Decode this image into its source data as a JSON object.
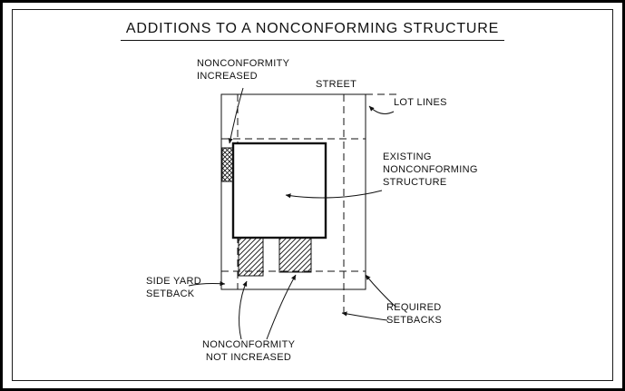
{
  "title": "ADDITIONS TO A NONCONFORMING STRUCTURE",
  "labels": {
    "nonconformity_increased": "NONCONFORMITY\nINCREASED",
    "street": "STREET",
    "lot_lines": "LOT LINES",
    "existing_structure": "EXISTING\nNONCONFORMING\nSTRUCTURE",
    "side_yard_setback": "SIDE YARD\nSETBACK",
    "required_setbacks": "REQUIRED\nSETBACKS",
    "nonconformity_not_increased": "NONCONFORMITY\nNOT INCREASED"
  },
  "colors": {
    "ink": "#111111",
    "background": "#ffffff"
  }
}
